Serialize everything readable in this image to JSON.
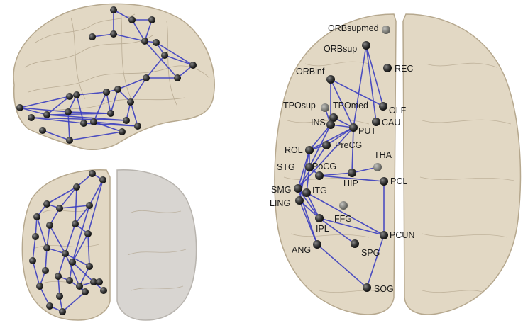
{
  "figure": {
    "colors": {
      "background": "#ffffff",
      "brain_fill": "#e2d8c4",
      "brain_stroke": "#b6a88e",
      "brain_fold": "#a99a80",
      "hemisphere_fill": "#d8d5d1",
      "edge": "#3b3ec0",
      "node": "#2e2e2e",
      "node_light": "#8a8a86"
    },
    "views": [
      {
        "name": "lateral-view"
      },
      {
        "name": "frontal-view"
      },
      {
        "name": "axial-view"
      }
    ],
    "labels": {
      "ORBsupmed": "ORBsupmed",
      "ORBsup": "ORBsup",
      "REC": "REC",
      "ORBinf": "ORBinf",
      "OLF": "OLF",
      "TPOsup": "TPOsup",
      "TPOmed": "TPOmed",
      "CAU": "CAU",
      "INS": "INS",
      "PUT": "PUT",
      "ROL": "ROL",
      "PreCG": "PreCG",
      "THA": "THA",
      "STG": "STG",
      "PoCG": "PoCG",
      "HIP": "HIP",
      "PCL": "PCL",
      "SMG": "SMG",
      "ITG": "ITG",
      "LING": "LING",
      "FFG": "FFG",
      "IPL": "IPL",
      "PCUN": "PCUN",
      "ANG": "ANG",
      "SPG": "SPG",
      "SOG": "SOG"
    }
  }
}
